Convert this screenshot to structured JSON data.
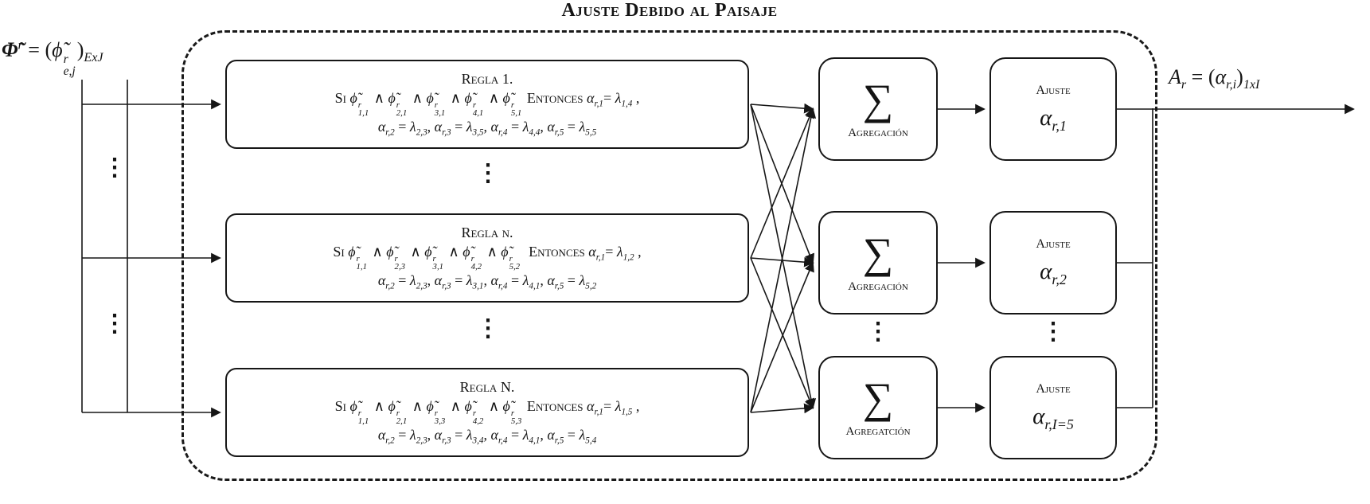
{
  "title": "Ajuste Debido al Paisaje",
  "input_label_html": "<b><i>Φ̃</i></b><sup>r</sup> = (<i>ϕ̃</i><span class='ss'><span>r</span><span>e,j</span></span>)<sub>ExJ</sub>",
  "output_label_html": "<i>A</i><sub>r</sub> = (<i>α</i><sub>r,i</sub>)<sub>1xI</sub>",
  "dots": "⋮",
  "rules": [
    {
      "title": "Regla 1.",
      "line1_html": "<span class='sc'>Si</span> <i>ϕ̃</i><span class='ss'><span>r</span><span>1,1</span></span> ∧ <i>ϕ̃</i><span class='ss'><span>r</span><span>2,1</span></span> ∧ <i>ϕ̃</i><span class='ss'><span>r</span><span>3,1</span></span> ∧ <i>ϕ̃</i><span class='ss'><span>r</span><span>4,1</span></span> ∧ <i>ϕ̃</i><span class='ss'><span>r</span><span>5,1</span></span> <span class='sc'>Entonces</span> <i>α</i><sub>r,1</sub>= <i>λ</i><sub>1,4</sub> ,",
      "line2_html": "<i>α</i><sub>r,2</sub> = <i>λ</i><sub>2,3</sub>, <i>α</i><sub>r,3</sub> = <i>λ</i><sub>3,5</sub>, <i>α</i><sub>r,4</sub> = <i>λ</i><sub>4,4</sub>, <i>α</i><sub>r,5</sub> = <i>λ</i><sub>5,5</sub>"
    },
    {
      "title": "Regla n.",
      "line1_html": "<span class='sc'>Si</span> <i>ϕ̃</i><span class='ss'><span>r</span><span>1,1</span></span> ∧ <i>ϕ̃</i><span class='ss'><span>r</span><span>2,3</span></span> ∧ <i>ϕ̃</i><span class='ss'><span>r</span><span>3,1</span></span> ∧ <i>ϕ̃</i><span class='ss'><span>r</span><span>4,2</span></span> ∧ <i>ϕ̃</i><span class='ss'><span>r</span><span>5,2</span></span>&nbsp; <span class='sc'>Entonces</span> <i>α</i><sub>r,1</sub>= <i>λ</i><sub>1,2</sub> ,",
      "line2_html": "<i>α</i><sub>r,2</sub> = <i>λ</i><sub>2,3</sub>, <i>α</i><sub>r,3</sub> = <i>λ</i><sub>3,1</sub>, <i>α</i><sub>r,4</sub> = <i>λ</i><sub>4,1</sub>, <i>α</i><sub>r,5</sub> = <i>λ</i><sub>5,2</sub>"
    },
    {
      "title": "Regla N.",
      "line1_html": "<span class='sc'>Si</span> <i>ϕ̃</i><span class='ss'><span>r</span><span>1,1</span></span> ∧ <i>ϕ̃</i><span class='ss'><span>r</span><span>2,1</span></span> ∧ <i>ϕ̃</i><span class='ss'><span>r</span><span>3,3</span></span> ∧ <i>ϕ̃</i><span class='ss'><span>r</span><span>4,2</span></span> ∧ <i>ϕ̃</i><span class='ss'><span>r</span><span>5,3</span></span> <span class='sc'>Entonces</span> <i>α</i><sub>r,1</sub>= <i>λ</i><sub>1,5</sub> ,",
      "line2_html": "<i>α</i><sub>r,2</sub> = <i>λ</i><sub>2,3</sub>, <i>α</i><sub>r,3</sub> = <i>λ</i><sub>3,4</sub>, <i>α</i><sub>r,4</sub> = <i>λ</i><sub>4,1</sub>, <i>α</i><sub>r,5</sub> = <i>λ</i><sub>5,4</sub>"
    }
  ],
  "aggregators": [
    {
      "symbol": "∑",
      "label": "Agregación"
    },
    {
      "symbol": "∑",
      "label": "Agregación"
    },
    {
      "symbol": "∑",
      "label": "Agregatción"
    }
  ],
  "adjusters": [
    {
      "label": "Ajuste",
      "value_html": "<i>α</i><sub>r,1</sub>"
    },
    {
      "label": "Ajuste",
      "value_html": "<i>α</i><sub>r,2</sub>"
    },
    {
      "label": "Ajuste",
      "value_html": "<i>α</i><sub>r,I=5</sub>"
    }
  ],
  "colors": {
    "line": "#161616",
    "box_border": "#161616",
    "background": "#ffffff"
  }
}
